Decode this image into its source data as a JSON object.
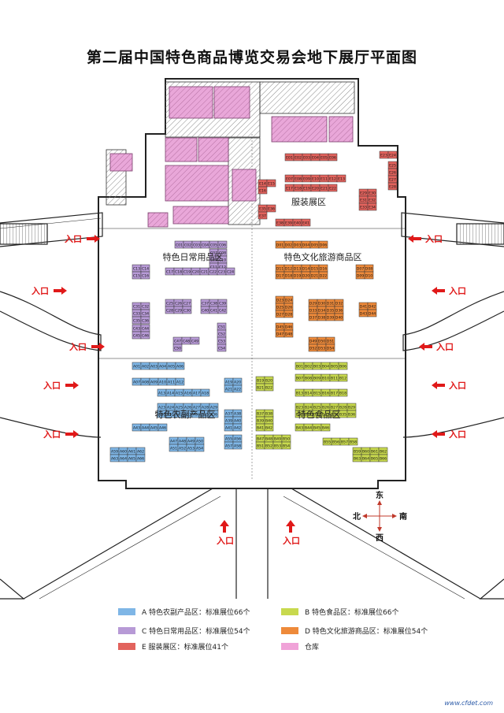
{
  "title": "第二届中国特色商品博览交易会地下展厅平面图",
  "colors": {
    "A": "#7fb6e6",
    "B": "#c8d94e",
    "C": "#b79ad6",
    "D": "#ee8a3a",
    "E": "#e2635d",
    "storage": "#f0a3d8",
    "wall": "#222222",
    "hatch": "#888888",
    "arrow": "#e01919"
  },
  "zones": {
    "E": "服装展区",
    "C": "特色日常用品区",
    "D": "特色文化旅游商品区",
    "A": "特色农副产品区",
    "B": "特色食品区"
  },
  "entrance_label": "入口",
  "compass": {
    "east": "东",
    "west": "西",
    "south": "南",
    "north": "北"
  },
  "booths": {
    "E": [
      "E01",
      "E02",
      "E03",
      "E04",
      "E05",
      "E06",
      "E07",
      "E08",
      "E09",
      "E10",
      "E11",
      "E12",
      "E13",
      "E14",
      "E15",
      "E16",
      "E17",
      "E18",
      "E19",
      "E20",
      "E21",
      "E22",
      "E23",
      "E24",
      "E25",
      "E26",
      "E27",
      "E28",
      "E29",
      "E30",
      "E31",
      "E32",
      "E33",
      "E34",
      "E35",
      "E36",
      "E37",
      "E38",
      "E39",
      "E40",
      "E41"
    ],
    "C": [
      "C01",
      "C02",
      "C03",
      "C04",
      "C05",
      "C06",
      "C07",
      "C08",
      "C09",
      "C10",
      "C11",
      "C12",
      "C13",
      "C14",
      "C15",
      "C16",
      "C17",
      "C18",
      "C19",
      "C20",
      "C21",
      "C22",
      "C23",
      "C24",
      "C25",
      "C26",
      "C27",
      "C28",
      "C29",
      "C30",
      "C31",
      "C32",
      "C33",
      "C34",
      "C35",
      "C36",
      "C37",
      "C38",
      "C39",
      "C40",
      "C41",
      "C42",
      "C43",
      "C44",
      "C45",
      "C46",
      "C47",
      "C48",
      "C49",
      "C50",
      "C51",
      "C52",
      "C53",
      "C54"
    ],
    "D": [
      "D01",
      "D02",
      "D03",
      "D04",
      "D05",
      "D06",
      "D07",
      "D08",
      "D09",
      "D10",
      "D11",
      "D12",
      "D13",
      "D14",
      "D15",
      "D16",
      "D17",
      "D18",
      "D19",
      "D20",
      "D21",
      "D22",
      "D23",
      "D24",
      "D25",
      "D26",
      "D27",
      "D28",
      "D29",
      "D30",
      "D31",
      "D32",
      "D33",
      "D34",
      "D35",
      "D36",
      "D37",
      "D38",
      "D39",
      "D40",
      "D41",
      "D42",
      "D43",
      "D44",
      "D45",
      "D46",
      "D47",
      "D48",
      "D49",
      "D50",
      "D51",
      "D52",
      "D53",
      "D54"
    ],
    "A": [
      "A01",
      "A02",
      "A03",
      "A04",
      "A05",
      "A06",
      "A07",
      "A08",
      "A09",
      "A10",
      "A11",
      "A12",
      "A13",
      "A14",
      "A15",
      "A16",
      "A17",
      "A18",
      "A19",
      "A20",
      "A21",
      "A22",
      "A23",
      "A24",
      "A25",
      "A26",
      "A27",
      "A28",
      "A29",
      "A30",
      "A31",
      "A32",
      "A33",
      "A34",
      "A35",
      "A36",
      "A37",
      "A38",
      "A39",
      "A40",
      "A41",
      "A42",
      "A43",
      "A44",
      "A45",
      "A46",
      "A47",
      "A48",
      "A49",
      "A50",
      "A51",
      "A52",
      "A53",
      "A54",
      "A55",
      "A56",
      "A57",
      "A58",
      "A59",
      "A60",
      "A61",
      "A62",
      "A63",
      "A64",
      "A65",
      "A66"
    ],
    "B": [
      "B01",
      "B02",
      "B03",
      "B04",
      "B05",
      "B06",
      "B07",
      "B08",
      "B09",
      "B10",
      "B11",
      "B12",
      "B13",
      "B14",
      "B15",
      "B16",
      "B17",
      "B18",
      "B19",
      "B20",
      "B21",
      "B22",
      "B23",
      "B24",
      "B25",
      "B26",
      "B27",
      "B28",
      "B29",
      "B30",
      "B31",
      "B32",
      "B33",
      "B34",
      "B35",
      "B36",
      "B37",
      "B38",
      "B39",
      "B40",
      "B41",
      "B42",
      "B43",
      "B44",
      "B45",
      "B46",
      "B47",
      "B48",
      "B49",
      "B50",
      "B51",
      "B52",
      "B53",
      "B54",
      "B55",
      "B56",
      "B57",
      "B58",
      "B59",
      "B60",
      "B61",
      "B62",
      "B63",
      "B64",
      "B65",
      "B66"
    ]
  },
  "legend": [
    {
      "key": "A",
      "label": "A  特色农副产品区：标准展位66个"
    },
    {
      "key": "B",
      "label": "B  特色食品区：标准展位66个"
    },
    {
      "key": "C",
      "label": "C  特色日常用品区：标准展位54个"
    },
    {
      "key": "D",
      "label": "D  特色文化旅游商品区：标准展位54个"
    },
    {
      "key": "E",
      "label": "E  服装展区：标准展位41个"
    },
    {
      "key": "storage",
      "label": "仓库"
    }
  ],
  "watermark": "www.cfdet.com"
}
